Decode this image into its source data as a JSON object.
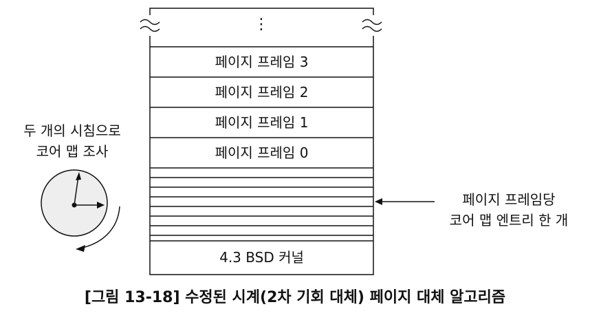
{
  "memory": {
    "ellipsis": "⋮",
    "frames": [
      "페이지 프레임 3",
      "페이지 프레임 2",
      "페이지 프레임 1",
      "페이지 프레임 0"
    ],
    "kernel": "4.3 BSD 커널"
  },
  "clock_label": {
    "line1": "두 개의 시침으로",
    "line2": "코어 맵 조사"
  },
  "coremap_label": {
    "line1": "페이지 프레임당",
    "line2": "코어 맵 엔트리 한 개"
  },
  "caption": "[그림 13-18] 수정된 시계(2차 기회 대체) 페이지 대체 알고리즘",
  "icons": [
    "clock-icon",
    "break-mark-icon",
    "arrow-left-icon"
  ]
}
